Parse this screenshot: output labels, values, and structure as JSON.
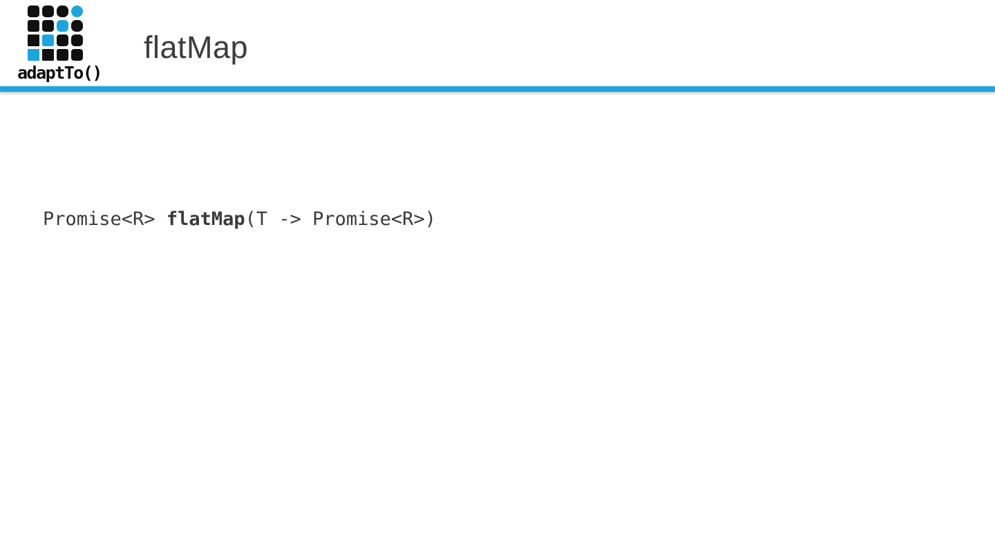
{
  "header": {
    "title": "flatMap",
    "logo": {
      "brand": "adaptTo()",
      "grid": [
        [
          "black",
          "black",
          "black",
          "blue"
        ],
        [
          "black",
          "black",
          "blue",
          "black"
        ],
        [
          "black",
          "blue",
          "black",
          "black"
        ],
        [
          "blue",
          "black",
          "black",
          "black"
        ]
      ]
    }
  },
  "content": {
    "code": {
      "part1": "Promise<R> ",
      "bold": "flatMap",
      "part2": "(T -> Promise<R>)"
    }
  },
  "colors": {
    "logo_black": "#101010",
    "logo_blue": "#1CA6E0",
    "divider_blue": "#1CA6E0",
    "title_text": "#3c3c3c",
    "code_text": "#3a3a3a"
  }
}
